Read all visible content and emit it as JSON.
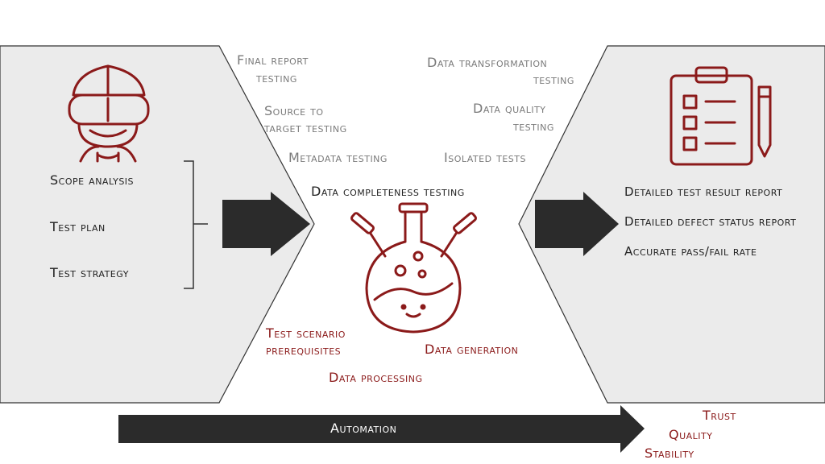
{
  "colors": {
    "accent": "#8b1a1a",
    "panel": "#ebebeb",
    "arrow": "#2b2b2b",
    "muted": "#7a7a7a"
  },
  "left_panel": {
    "icon": "tester-with-goggles-icon",
    "items": [
      "Scope analysis",
      "Test plan",
      "Test strategy"
    ]
  },
  "middle": {
    "tests": {
      "final_report": [
        "Final report",
        "testing"
      ],
      "source_to_target": [
        "Source to",
        "target testing"
      ],
      "metadata": "Metadata testing",
      "data_transformation": [
        "Data transformation",
        "testing"
      ],
      "data_quality": [
        "Data quality",
        "testing"
      ],
      "isolated": "Isolated tests",
      "completeness": "Data completeness testing"
    },
    "icon": "chemistry-flask-icon",
    "steps": {
      "test_scenario": [
        "Test scenario",
        "prerequisites"
      ],
      "data_generation": "Data generation",
      "data_processing": "Data processing"
    }
  },
  "right_panel": {
    "icon": "clipboard-checklist-icon",
    "items": [
      "Detailed test result report",
      "Detailed defect status report",
      "Accurate pass/fail rate"
    ]
  },
  "automation": {
    "label": "Automation",
    "outcomes": [
      "Trust",
      "Quality",
      "Stability"
    ]
  }
}
